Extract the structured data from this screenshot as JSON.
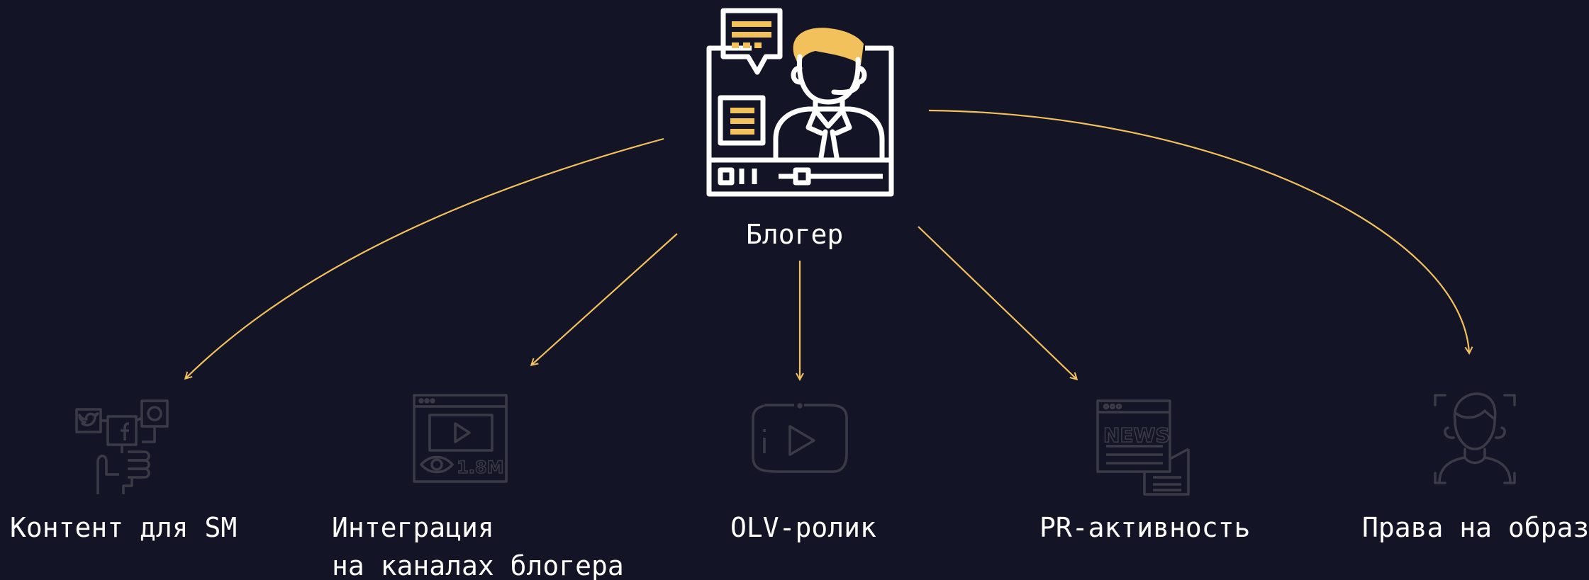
{
  "center": {
    "label": "Блогер",
    "icon": "blogger-video-icon"
  },
  "colors": {
    "background": "#131426",
    "accent": "#F2C15C",
    "arrow": "#F2C15C",
    "icon_outline": "#ffffff",
    "icon_muted": "#3a3b46",
    "text": "#ffffff"
  },
  "items": [
    {
      "label_lines": [
        "Контент для SM"
      ],
      "icon": "social-media-icon"
    },
    {
      "label_lines": [
        "Интеграция",
        "на каналах блогера"
      ],
      "icon": "video-views-icon",
      "icon_text": "1.8M"
    },
    {
      "label_lines": [
        "OLV-ролик"
      ],
      "icon": "play-video-icon"
    },
    {
      "label_lines": [
        "PR-активность"
      ],
      "icon": "news-icon",
      "icon_text": "NEWS"
    },
    {
      "label_lines": [
        "Права на образ"
      ],
      "icon": "person-focus-icon"
    }
  ]
}
